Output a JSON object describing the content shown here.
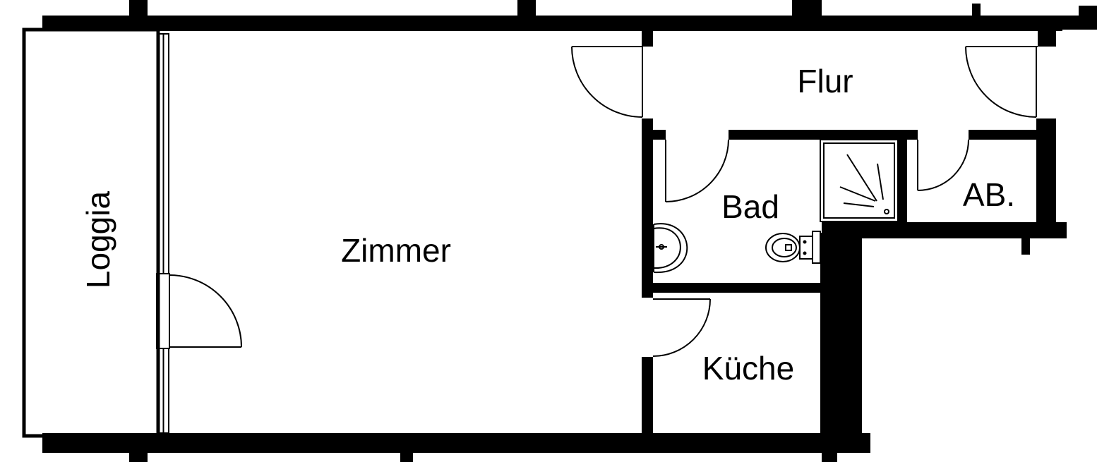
{
  "rooms": {
    "flur": "Flur",
    "bad": "Bad",
    "ab": "AB.",
    "zimmer": "Zimmer",
    "kueche": "Küche",
    "loggia": "Loggia"
  },
  "colors": {
    "wall": "#000000",
    "background": "#ffffff"
  }
}
